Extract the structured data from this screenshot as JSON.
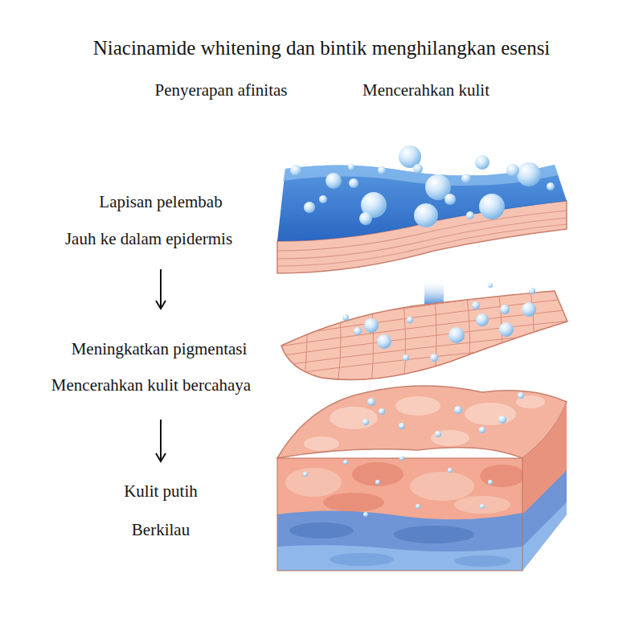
{
  "diagram": {
    "title": "Niacinamide whitening dan bintik menghilangkan esensi",
    "labels": [
      "Penyerapan afinitas",
      "Mencerahkan kulit",
      "Lapisan pelembab",
      "Jauh ke dalam epidermis",
      "Meningkatkan pigmentasi",
      "Mencerahkan kulit bercahaya",
      "Kulit putih",
      "Berkilau"
    ]
  }
}
